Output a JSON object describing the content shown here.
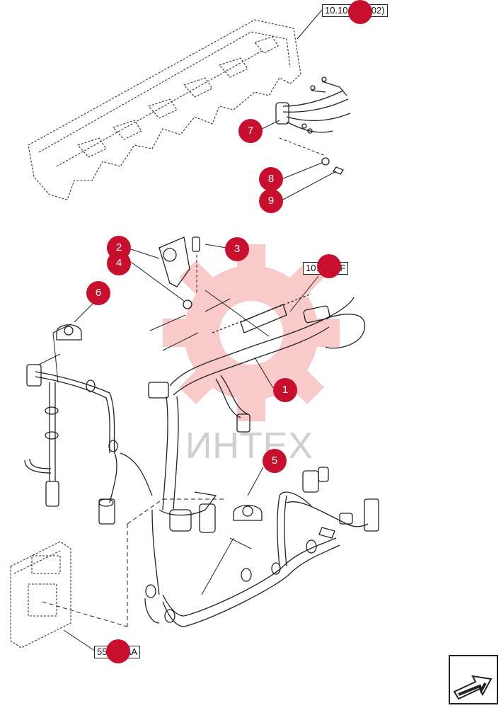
{
  "watermark": {
    "text": "ИНТЕХ",
    "color": "#e84545"
  },
  "refs": [
    {
      "id": "ref-top",
      "label": "10.106.ag (02)"
    },
    {
      "id": "ref-mid",
      "label": "10.218AF"
    },
    {
      "id": "ref-bottom",
      "label": "55.015AA"
    }
  ],
  "callouts": [
    {
      "id": "c1",
      "label": "1"
    },
    {
      "id": "c2",
      "label": "2"
    },
    {
      "id": "c3",
      "label": "3"
    },
    {
      "id": "c4",
      "label": "4"
    },
    {
      "id": "c5",
      "label": "5"
    },
    {
      "id": "c6",
      "label": "6"
    },
    {
      "id": "c7",
      "label": "7"
    },
    {
      "id": "c8",
      "label": "8"
    },
    {
      "id": "c9",
      "label": "9"
    },
    {
      "id": "c10",
      "label": ""
    },
    {
      "id": "c11",
      "label": ""
    },
    {
      "id": "c12",
      "label": ""
    }
  ],
  "callout_color": "#c8102e",
  "nav": {
    "icon": "next-page-arrow-icon"
  }
}
